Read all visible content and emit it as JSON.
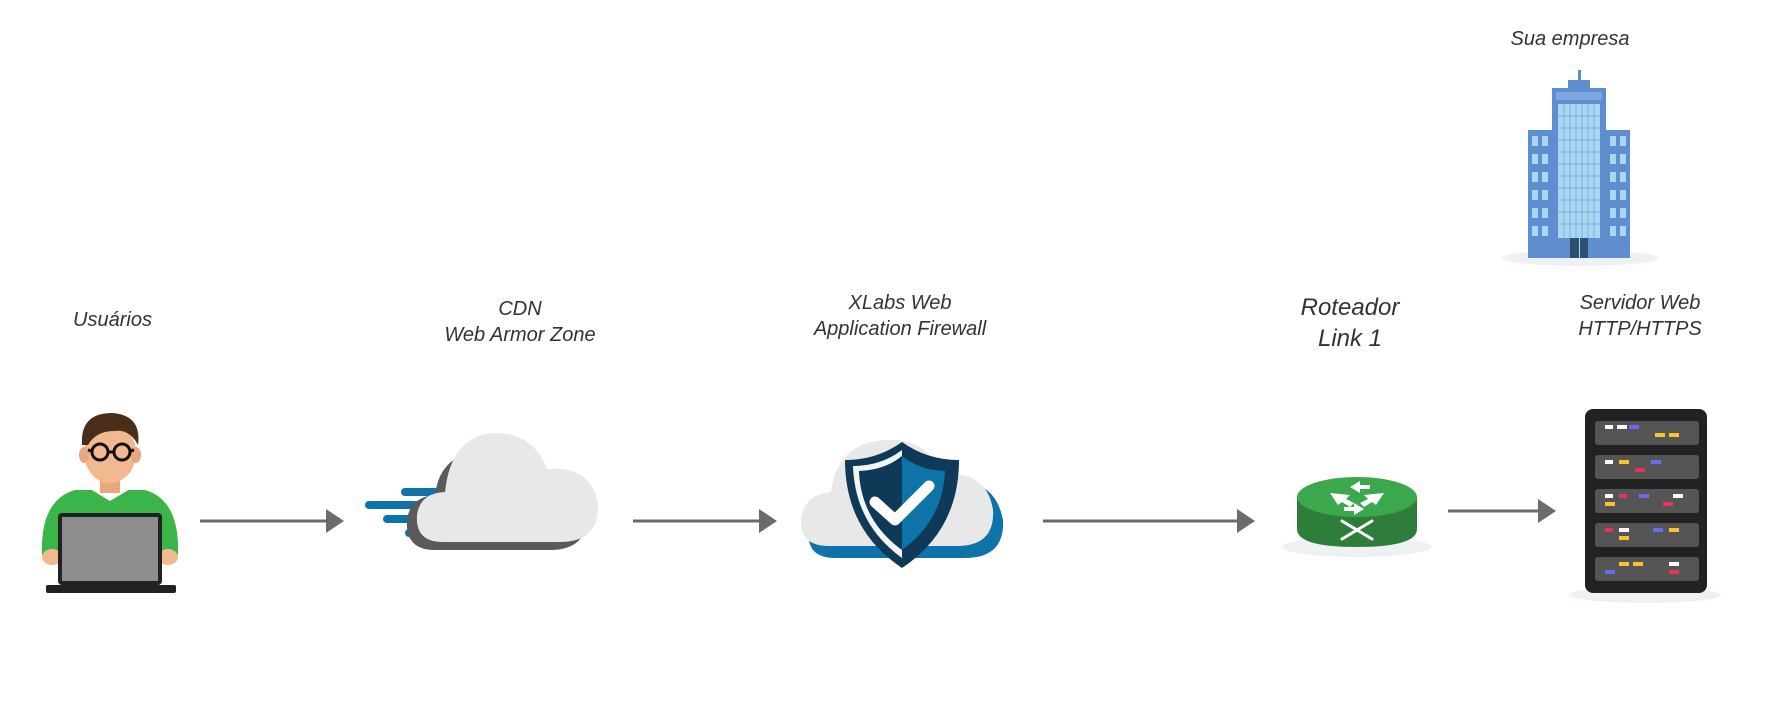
{
  "nodes": {
    "company": {
      "label": "Sua empresa"
    },
    "users": {
      "label": "Usuários"
    },
    "cdn": {
      "line1": "CDN",
      "line2": "Web Armor Zone"
    },
    "waf": {
      "line1": "XLabs Web",
      "line2": "Application Firewall"
    },
    "router": {
      "line1": "Roteador",
      "line2": "Link 1"
    },
    "server": {
      "line1": "Servidor Web",
      "line2": "HTTP/HTTPS"
    }
  },
  "colors": {
    "arrow": "#6b6b6b",
    "cloud": "#e8e8e8",
    "cloud_shadow": "#5a5a5a",
    "brand_blue": "#0d73a8",
    "shield_dark": "#0f3a57",
    "router_green": "#3aa84b",
    "building_blue": "#5f8ed0",
    "server_dark": "#222222",
    "shirt_green": "#3bb54a"
  },
  "icons": [
    "person-laptop-icon",
    "cloud-speed-icon",
    "cloud-shield-icon",
    "router-icon",
    "server-rack-icon",
    "building-icon"
  ]
}
